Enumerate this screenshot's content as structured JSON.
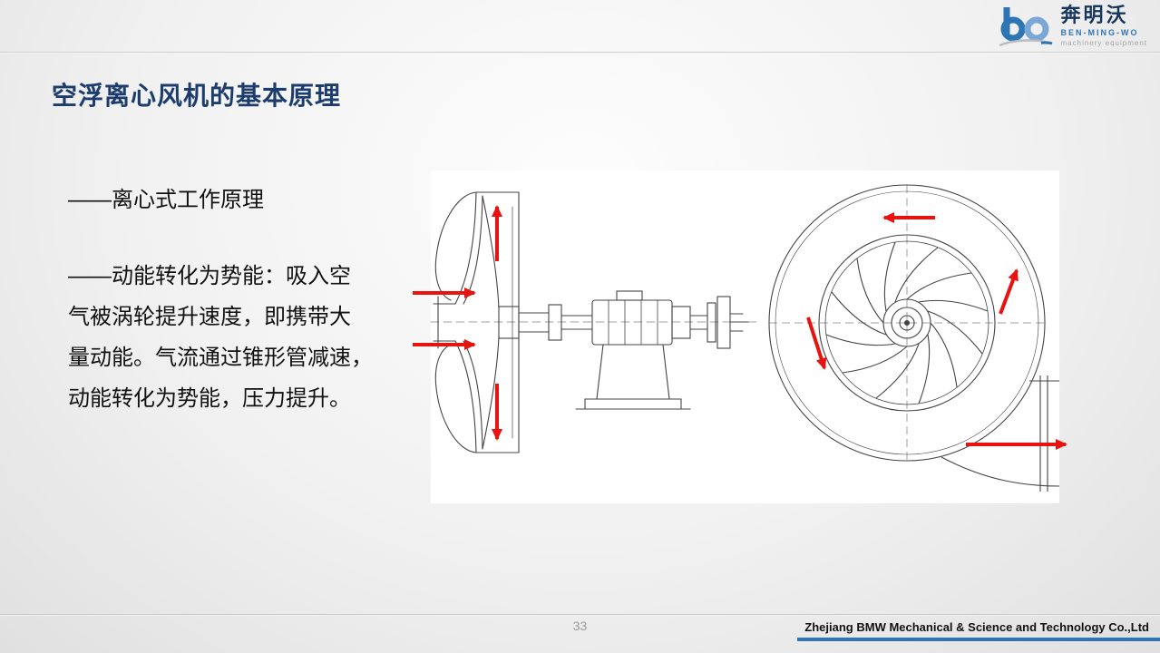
{
  "header": {
    "logo": {
      "company_cn": "奔明沃",
      "company_en": "BEN-MING-WO",
      "tagline": "machinery equipment"
    }
  },
  "title": "空浮离心风机的基本原理",
  "body": {
    "subtitle": "——离心式工作原理",
    "paragraph_lines": [
      "——动能转化为势能：吸入空",
      "气被涡轮提升速度，即携带大",
      "量动能。气流通过锥形管减速，",
      "动能转化为势能，压力提升。"
    ]
  },
  "figure": {
    "type": "technical-drawing",
    "arrow_color": "#e8120f",
    "line_color": "#444444"
  },
  "footer": {
    "page_number": "33",
    "company": "Zhejiang BMW Mechanical & Science and Technology Co.,Ltd"
  },
  "colors": {
    "title": "#1d3c6e",
    "accent": "#2e75b6",
    "body_text": "#111111",
    "divider": "#c9c9c9",
    "page_number": "#9a9a9a"
  }
}
